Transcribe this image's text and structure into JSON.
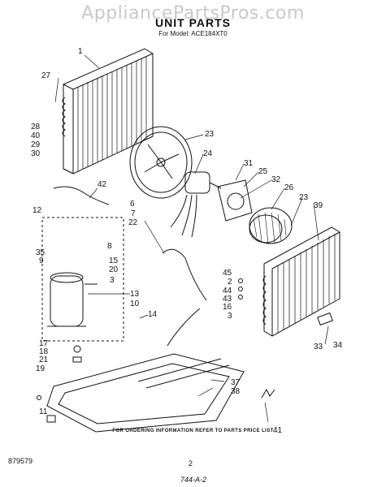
{
  "watermark": "AppliancePartsPros.com",
  "title": "UNIT PARTS",
  "subtitle": "For Model: ACE184XT0",
  "footer_note": "FOR ORDERING INFORMATION REFER TO PARTS PRICE LIST",
  "diagram_code": "879579",
  "page_number": "2",
  "handwritten_note": "744-A-2",
  "callouts": {
    "c1": "1",
    "c27": "27",
    "c28": "28",
    "c40": "40",
    "c29": "29",
    "c30": "30",
    "c23a": "23",
    "c24": "24",
    "c6": "6",
    "c7": "7",
    "c22": "22",
    "c31": "31",
    "c25": "25",
    "c32": "32",
    "c26": "26",
    "c23b": "23",
    "c39": "39",
    "c42": "42",
    "c12": "12",
    "c8": "8",
    "c35": "35",
    "c9": "9",
    "c15": "15",
    "c20": "20",
    "c3a": "3",
    "c13": "13",
    "c10": "10",
    "c14": "14",
    "c45": "45",
    "c2": "2",
    "c44": "44",
    "c43": "43",
    "c16": "16",
    "c3b": "3",
    "c17": "17",
    "c18": "18",
    "c21": "21",
    "c19": "19",
    "c11": "11",
    "c37": "37",
    "c38": "38",
    "c33": "33",
    "c34": "34",
    "c41": "41"
  }
}
